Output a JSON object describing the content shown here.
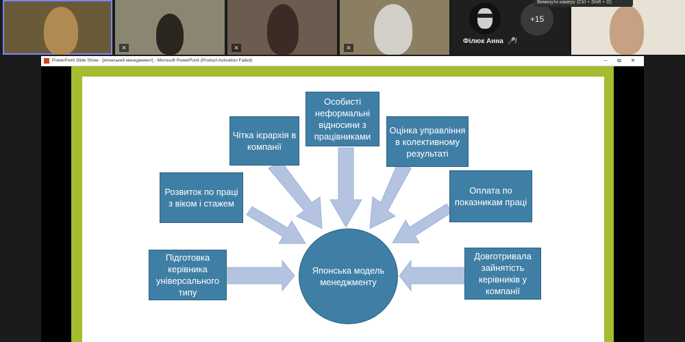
{
  "participants": {
    "tile_more_count": "+15",
    "named_participant": "Філюк Анна",
    "tooltip_text": "Вимкнути камеру (Ctrl + Shift + O)"
  },
  "ppt_window": {
    "title": "PowerPoint Slide Show - [японський менеджмент] - Microsoft PowerPoint (Product Activation Failed)",
    "minimize": "–",
    "maximize": "⧉",
    "close": "✕"
  },
  "slide": {
    "center": "Японська модель менеджменту",
    "boxes": {
      "personal_relations": "Особисті неформальні відносини з працівниками",
      "hierarchy": "Чітка ієрархія в компанії",
      "collective_eval": "Оцінка управління в колективному результаті",
      "career_growth": "Розвиток по праці з віком і стажем",
      "pay_by_results": "Оплата по показникам праці",
      "universal_manager": "Підготовка керівника універсального типу",
      "long_employment": "Довготривала зайнятість керівників у компанії"
    }
  },
  "colors": {
    "box_fill": "#3f7fa6",
    "arrow_fill": "#b3c3e0",
    "slide_border": "#a6bb2f"
  }
}
